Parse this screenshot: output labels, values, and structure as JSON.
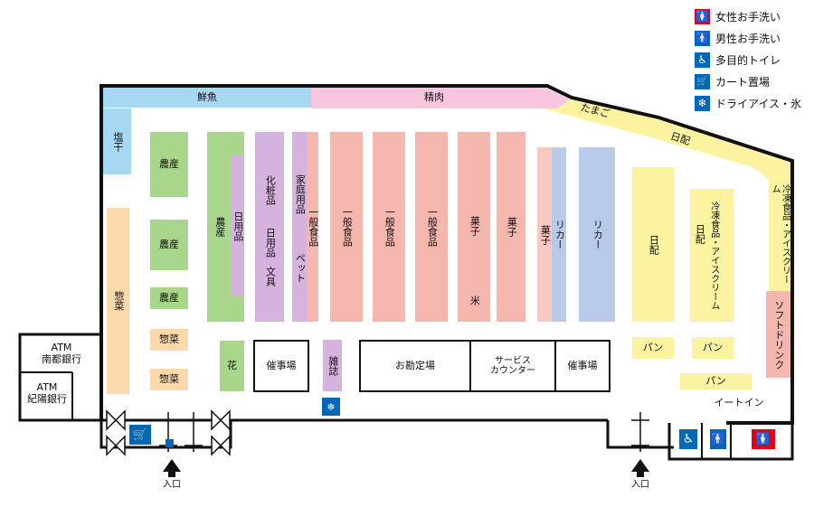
{
  "legend": [
    {
      "label": "女性お手洗い",
      "icon": "female-restroom-icon",
      "color": "#e60012"
    },
    {
      "label": "男性お手洗い",
      "icon": "male-restroom-icon",
      "color": "#0068b7"
    },
    {
      "label": "多目的トイレ",
      "icon": "wheelchair-icon",
      "color": "#0068b7"
    },
    {
      "label": "カート置場",
      "icon": "cart-icon",
      "color": "#0068b7"
    },
    {
      "label": "ドライアイス・氷",
      "icon": "ice-icon",
      "color": "#0068b7"
    }
  ],
  "perimeter": {
    "fresh_fish": "鮮魚",
    "meat": "精肉",
    "eggs": "たまご",
    "daily_top": "日配",
    "frozen_right": "冷凍食品・アイスクリーム",
    "soft_drink": "ソフトドリンク",
    "dried": "塩干",
    "deli_left": "惣菜"
  },
  "aisles": {
    "produce_1": "農産",
    "produce_2": "農産",
    "produce_3": "農産",
    "deli_1": "惣菜",
    "deli_2": "惣菜",
    "produce_long": "農産",
    "daily_goods_1": "日用品",
    "cosmetics": "化粧品",
    "daily_goods_2": "日用品",
    "stationery": "文具",
    "household": "家庭用品",
    "pet": "ペット",
    "grocery_1": "一般食品",
    "grocery_2": "一般食品",
    "grocery_3": "一般食品",
    "grocery_4": "一般食品",
    "snacks_1": "菓子",
    "rice": "米",
    "snacks_2": "菓子",
    "snacks_3": "菓子",
    "liquor_1": "リカー",
    "liquor_2": "リカー",
    "daily_center": "日配",
    "frozen_center": "冷凍食品・アイスクリーム",
    "daily_center_2": "日配",
    "bread_1": "パン",
    "bread_2": "パン",
    "bread_3": "パン"
  },
  "bottom": {
    "flowers": "花",
    "event_1": "催事場",
    "magazines": "雑誌",
    "checkout": "お勘定場",
    "service_1": "サービス",
    "service_2": "カウンター",
    "event_2": "催事場",
    "eat_in": "イートイン"
  },
  "atm": {
    "atm1_title": "ATM",
    "atm1_bank": "南都銀行",
    "atm2_title": "ATM",
    "atm2_bank": "紀陽銀行"
  },
  "entrances": {
    "left": "入口",
    "right": "入口"
  }
}
